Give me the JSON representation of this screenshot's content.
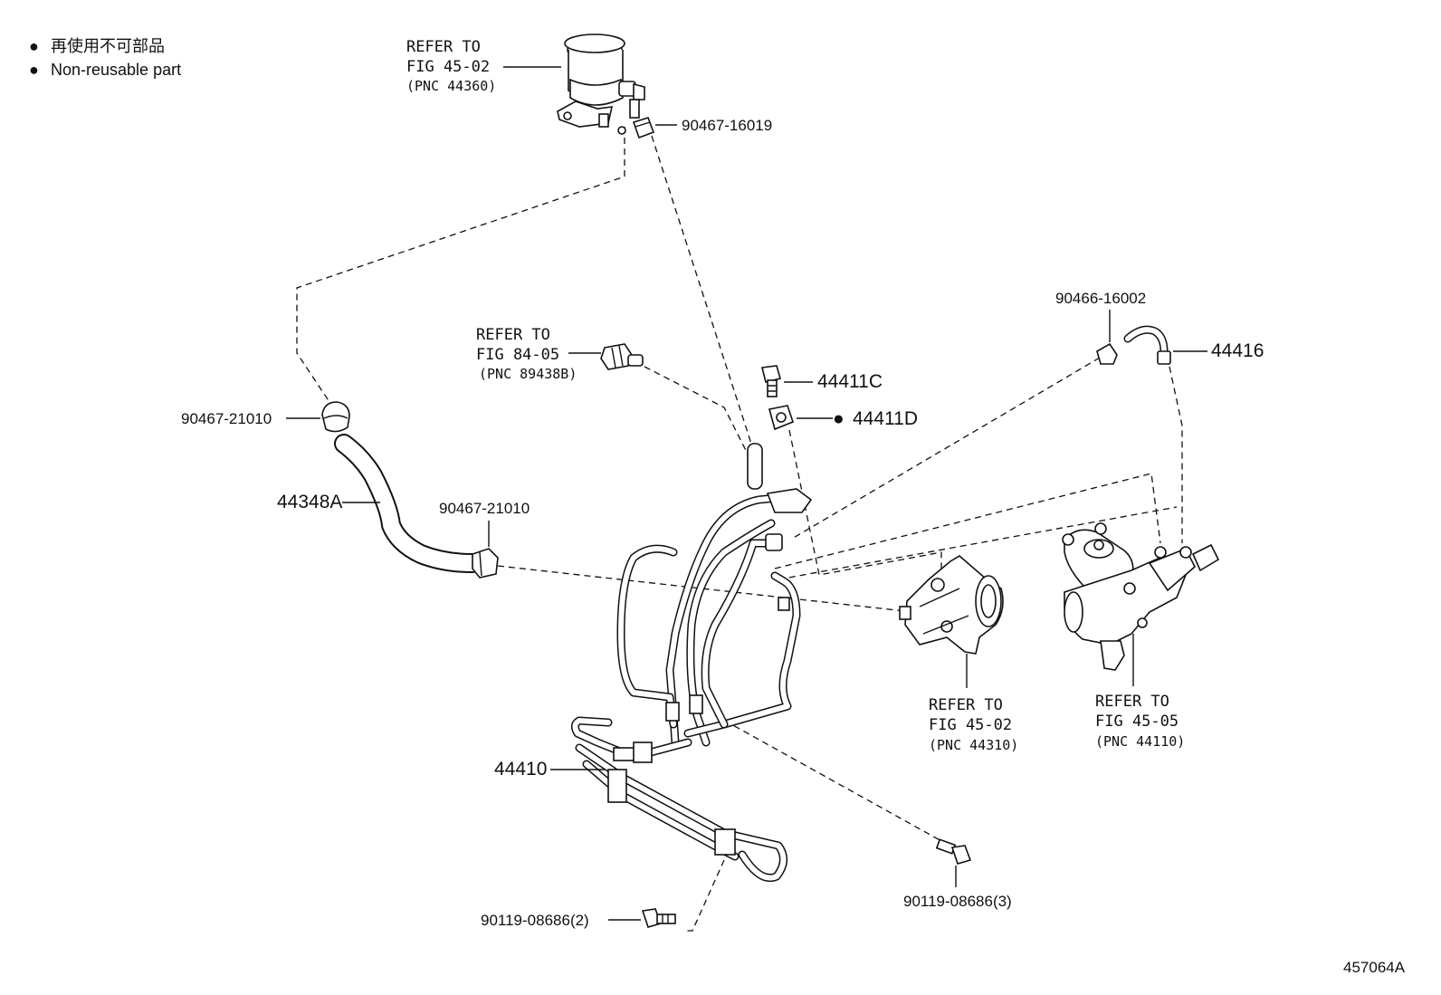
{
  "legend": {
    "items": [
      {
        "bullet": "●",
        "text": "再使用不可部品"
      },
      {
        "bullet": "●",
        "text": "Non-reusable part"
      }
    ]
  },
  "refs": {
    "reservoir": {
      "line1": "REFER TO",
      "line2": "FIG 45-02",
      "line3": "(PNC 44360)"
    },
    "sensor": {
      "line1": "REFER TO",
      "line2": "FIG 84-05",
      "line3": "(PNC 89438B)"
    },
    "pump": {
      "line1": "REFER TO",
      "line2": "FIG 45-02",
      "line3": "(PNC 44310)"
    },
    "gear": {
      "line1": "REFER TO",
      "line2": "FIG 45-05",
      "line3": "(PNC 44110)"
    }
  },
  "parts": {
    "clip_top": "90467-16019",
    "clip_left": "90467-21010",
    "hose": "44348A",
    "clip_mid": "90467-21010",
    "bolt_c": "44411C",
    "gasket_d_bullet": "●",
    "gasket_d": "44411D",
    "clip_right": "90466-16002",
    "tube": "44416",
    "pipe_assy": "44410",
    "bolt_left": "90119-08686(2)",
    "bolt_right": "90119-08686(3)"
  },
  "diagram_code": "457064A"
}
